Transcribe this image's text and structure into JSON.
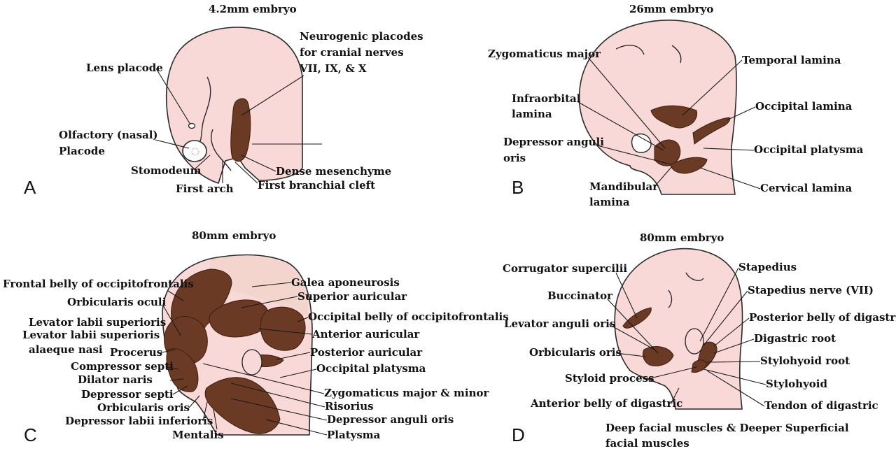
{
  "panels": {
    "A": {
      "letter": "A",
      "title": "4.2mm embryo",
      "labels": {
        "lens_placode": "Lens placode",
        "neuro1": "Neurogenic placodes",
        "neuro2": "for cranial nerves",
        "neuro3": "VII, IX, & X",
        "olfactory1": "Olfactory (nasal)",
        "olfactory2": "Placode",
        "stomodeum": "Stomodeum",
        "first_arch": "First arch",
        "dense_mesenchyme": "Dense mesenchyme",
        "first_cleft": "First branchial cleft"
      }
    },
    "B": {
      "letter": "B",
      "title": "26mm embryo",
      "labels": {
        "zygomaticus_major": "Zygomaticus major",
        "temporal_lamina": "Temporal lamina",
        "infraorbital1": "Infraorbital",
        "infraorbital2": "lamina",
        "occipital_lamina": "Occipital lamina",
        "depressor1": "Depressor anguli",
        "depressor2": "oris",
        "occipital_platysma": "Occipital platysma",
        "mandibular1": "Mandibular",
        "mandibular2": "lamina",
        "cervical_lamina": "Cervical lamina"
      }
    },
    "C": {
      "letter": "C",
      "title": "80mm embryo",
      "labels": {
        "frontal_belly": "Frontal belly of occipitofrontalis",
        "galea": "Galea aponeurosis",
        "orbicularis_oculi": "Orbicularis oculi",
        "superior_auricular": "Superior auricular",
        "lev_lab_sup": "Levator labii superioris",
        "lev_lab_sup_al1": "Levator labii superioris",
        "lev_lab_sup_al2": "alaeque nasi",
        "occipital_belly": "Occipital belly of occipitofrontalis",
        "anterior_auricular": "Anterior auricular",
        "procerus": "Procerus",
        "posterior_auricular": "Posterior auricular",
        "compressor_septi": "Compressor septi",
        "occipital_platysma": "Occipital platysma",
        "dilator_naris": "Dilator naris",
        "depressor_septi": "Depressor septi",
        "zygomaticus": "Zygomaticus major & minor",
        "orbicularis_oris": "Orbicularis oris",
        "risorius": "Risorius",
        "depressor_labii": "Depressor labii inferioris",
        "depressor_anguli": "Depressor anguli oris",
        "mentalis": "Mentalis",
        "platysma": "Platysma"
      }
    },
    "D": {
      "letter": "D",
      "title": "80mm embryo",
      "labels": {
        "corrugator": "Corrugator supercilii",
        "stapedius": "Stapedius",
        "buccinator": "Buccinator",
        "stapedius_nerve": "Stapedius nerve (VII)",
        "levator_anguli": "Levator anguli oris",
        "posterior_digastric": "Posterior belly of digastric",
        "digastric_root": "Digastric root",
        "orbicularis_oris": "Orbicularis oris",
        "stylohyoid_root": "Stylohyoid root",
        "styloid": "Styloid process",
        "stylohyoid": "Stylohyoid",
        "anterior_digastric": "Anterior belly of digastric",
        "tendon_digastric": "Tendon of digastric",
        "caption1": "Deep facial muscles & Deeper Superficial",
        "caption2": "facial muscles"
      }
    }
  }
}
